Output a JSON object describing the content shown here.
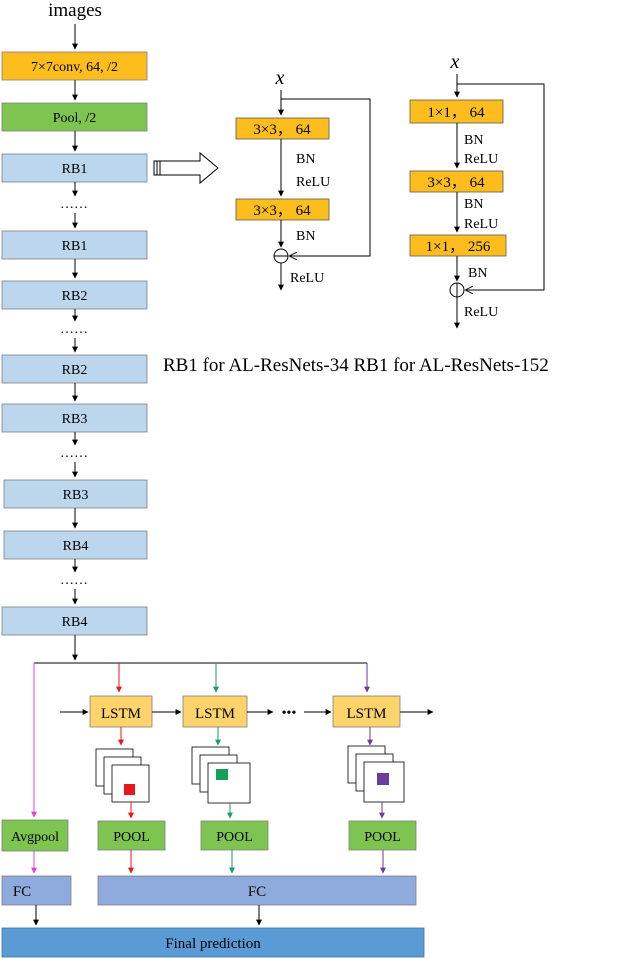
{
  "backbone": {
    "input": "images",
    "conv": "7×7conv, 64, /2",
    "pool": "Pool, /2",
    "rb1_a": "RB1",
    "rb1_b": "RB1",
    "rb2_a": "RB2",
    "rb2_b": "RB2",
    "rb3_a": "RB3",
    "rb3_b": "RB3",
    "rb4_a": "RB4",
    "rb4_b": "RB4",
    "dots": "……"
  },
  "rb34": {
    "x": "x",
    "conv1": "3×3， 64",
    "conv2": "3×3， 64",
    "bn1": "BN",
    "relu1": "ReLU",
    "bn2": "BN",
    "relu_out": "ReLU"
  },
  "rb152": {
    "x": "x",
    "conv1": "1×1， 64",
    "conv2": "3×3， 64",
    "conv3": "1×1， 256",
    "bn1": "BN",
    "relu1": "ReLU",
    "bn2": "BN",
    "relu2": "ReLU",
    "bn3": "BN",
    "relu_out": "ReLU"
  },
  "caption": "RB1 for AL-ResNets-34 RB1 for AL-ResNets-152",
  "attention": {
    "lstm1": "LSTM",
    "lstm2": "LSTM",
    "lstm3": "LSTM",
    "dots": "•••",
    "pool1": "POOL",
    "pool2": "POOL",
    "pool3": "POOL",
    "fc": "FC"
  },
  "global": {
    "avgpool": "Avgpool",
    "fc": "FC"
  },
  "output": "Final prediction",
  "colors": {
    "orange": "#fdbd1d",
    "green": "#7dc451",
    "light_blue": "#bcd6ee",
    "lstm": "#fdd36b",
    "fc": "#8faadc",
    "final": "#5b9bd5",
    "red": "#e8191c",
    "teal": "#16a05c",
    "purple": "#6b3d9a",
    "magenta": "#e040e0"
  }
}
